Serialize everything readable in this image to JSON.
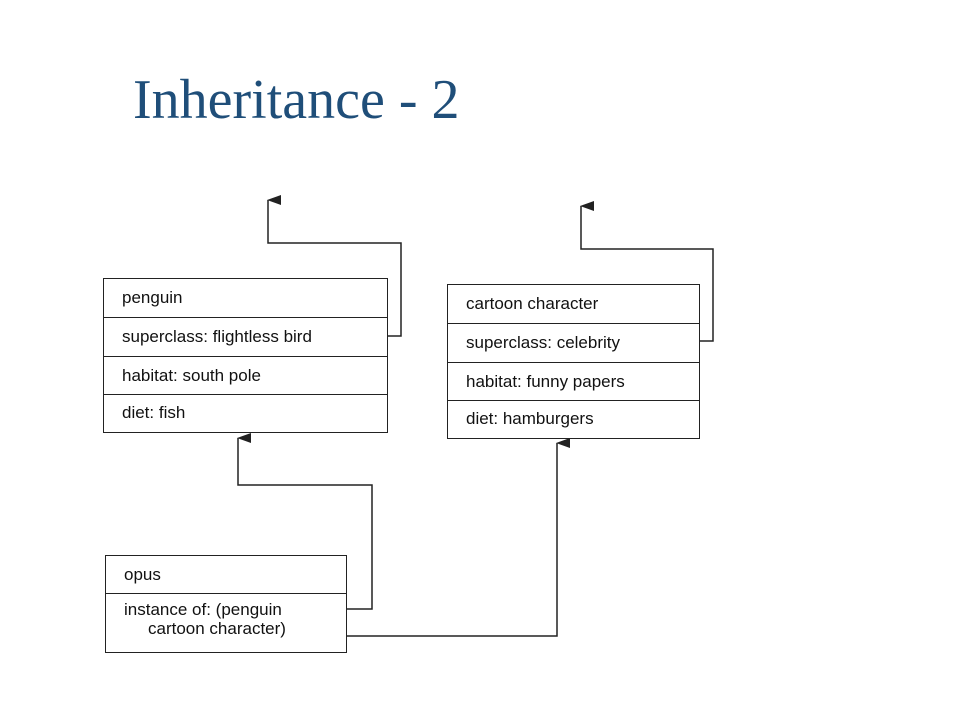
{
  "slide": {
    "title": "Inheritance - 2"
  },
  "frames": {
    "penguin": {
      "name": "penguin",
      "superclass": "superclass: flightless bird",
      "habitat": "habitat: south pole",
      "diet": "diet: fish"
    },
    "cartoon": {
      "name": "cartoon character",
      "superclass": "superclass: celebrity",
      "habitat": "habitat: funny papers",
      "diet": "diet: hamburgers"
    },
    "opus": {
      "name": "opus",
      "instance_line1": "instance of: (penguin",
      "instance_line2": "cartoon character)"
    }
  },
  "colors": {
    "title": "#1f4e79",
    "lines": "#222222"
  }
}
